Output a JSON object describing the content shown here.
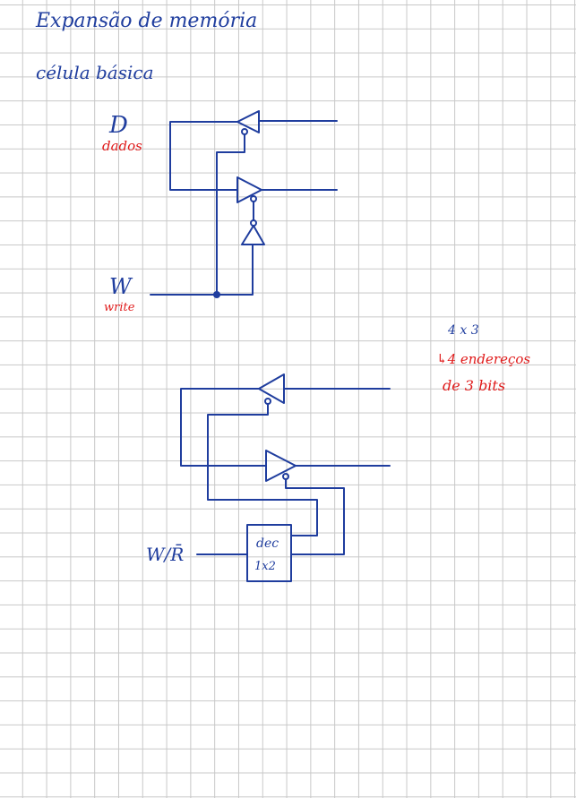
{
  "header": {
    "title": "Expansão de memória",
    "subtitle": "célula básica"
  },
  "circuit1": {
    "data_label": "D",
    "data_caption": "dados",
    "write_label": "W",
    "write_caption": "write"
  },
  "circuit2": {
    "input_label": "W/R̄",
    "decoder_line1": "dec",
    "decoder_line2": "1x2"
  },
  "note": {
    "size": "4 x 3",
    "line1": "↳4 endereços",
    "line2": "de 3 bits"
  },
  "colors": {
    "ink": "#1f3d9e",
    "annotation": "#e01b1b",
    "grid": "#c8c8c8"
  }
}
